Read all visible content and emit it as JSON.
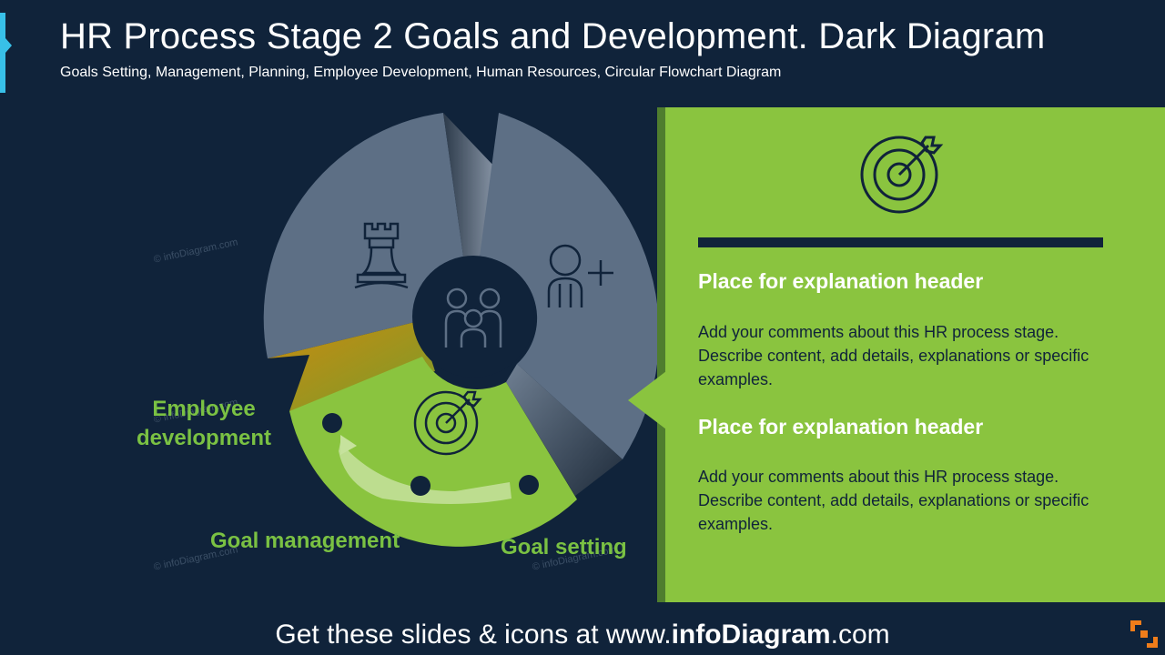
{
  "header": {
    "title": "HR Process Stage 2 Goals and Development. Dark Diagram",
    "subtitle": "Goals Setting, Management, Planning, Employee Development, Human Resources, Circular Flowchart Diagram"
  },
  "diagram": {
    "segments": [
      {
        "icon": "chess-rook-icon",
        "color": "#5d6f85"
      },
      {
        "icon": "add-user-icon",
        "color": "#5d6f85"
      },
      {
        "icon": "target-icon",
        "color": "#8ac43f",
        "active": true
      }
    ],
    "center_icon": "team-icon",
    "labels": {
      "employee_development": "Employee\ndevelopment",
      "goal_management": "Goal management",
      "goal_setting": "Goal setting"
    }
  },
  "panel": {
    "icon": "target-icon",
    "sections": [
      {
        "header": "Place for explanation header",
        "text": "Add your comments about this HR process stage. Describe content, add details, explanations or specific examples."
      },
      {
        "header": "Place for explanation header",
        "text": "Add your comments about this HR process stage. Describe content, add details, explanations or specific examples."
      }
    ]
  },
  "watermark": "© infoDiagram.com",
  "footer": {
    "prefix": "Get these slides & icons at www.",
    "brand": "infoDiagram",
    "suffix": ".com"
  },
  "colors": {
    "background": "#10233a",
    "accent_green": "#8ac43f",
    "segment_gray": "#5d6f85",
    "accent_blue": "#38c0e8",
    "logo_orange": "#f07d1a"
  }
}
